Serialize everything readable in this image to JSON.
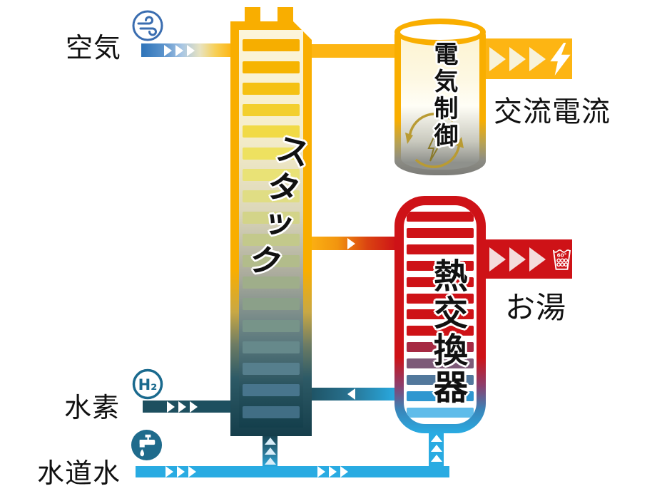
{
  "inputs": {
    "air": {
      "label": "空気"
    },
    "hydrogen": {
      "label": "水素",
      "symbol": "H₂"
    },
    "tap_water": {
      "label": "水道水"
    }
  },
  "components": {
    "stack": {
      "label": "スタック"
    },
    "electric_control": {
      "label": "電気制御"
    },
    "heat_exchanger": {
      "label": "熱交換器"
    }
  },
  "outputs": {
    "ac_current": {
      "label": "交流電流"
    },
    "hot_water": {
      "label": "お湯",
      "temperature": "60°"
    }
  },
  "colors": {
    "gold": "#f9ae00",
    "pipe_gold": "#fdb513",
    "red": "#ce1217",
    "cyan": "#29abe2",
    "teal_dark": "#1d4f5f",
    "air_blue": "#2e74b9",
    "icon_blue": "#3a6db0",
    "icon_teal": "#1a6a8e"
  },
  "stack_bar_colors": [
    "#f6ae00",
    "#f6b400",
    "#f5c113",
    "#f3cf2e",
    "#f1da46",
    "#eee160",
    "#e9e276",
    "#e0dd84",
    "#d3d489",
    "#c3c98b",
    "#b2bc8b",
    "#9fae8a",
    "#8ba089",
    "#779489",
    "#66898b",
    "#567f8d",
    "#48758d",
    "#416e85"
  ],
  "hx_bar_colors": [
    "#ce1217",
    "#ce1217",
    "#ce1217",
    "#ce1217",
    "#ce1217",
    "#ce1217",
    "#ce1217",
    "#ce1217",
    "#a62a43",
    "#7d5a78",
    "#52789c",
    "#2f97d0",
    "#5fbcea"
  ]
}
